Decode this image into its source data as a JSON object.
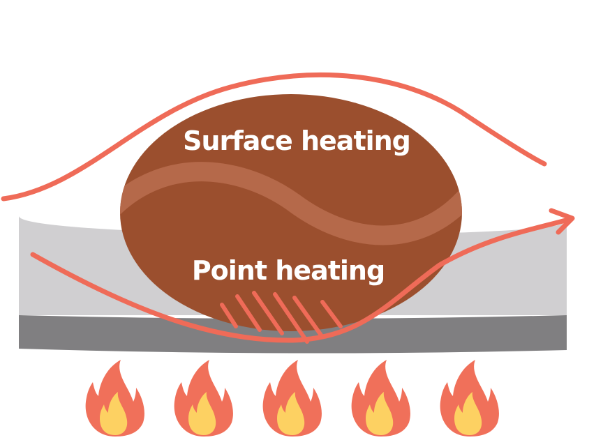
{
  "labels": {
    "surface": "Surface heating",
    "point": "Point heating"
  },
  "flame_count": 5,
  "colors": {
    "arrow": "#ef6b58",
    "bean": "#9b4f2e",
    "bean_stripe": "#b5694a",
    "plate_top": "#d0cfd1",
    "plate_bottom": "#807f81",
    "flame_outer": "#f0705a",
    "flame_inner": "#fdd162"
  }
}
